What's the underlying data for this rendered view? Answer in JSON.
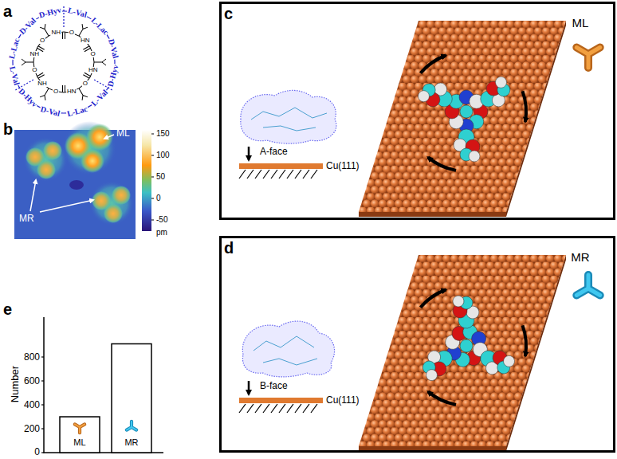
{
  "diagram": {
    "nodes": [
      {
        "text": [
          "c",
          "A-face",
          "Cu(111)",
          "ML"
        ]
      },
      {
        "text": [
          "d",
          "B-face",
          "Cu(111)",
          "MR"
        ]
      }
    ],
    "labels": [
      "a",
      "L-Val",
      "L-Lac",
      "D-Val",
      "D-Hyv",
      "L-Val",
      "L-Lac",
      "D-Val",
      "D-Hyv",
      "L-Val",
      "L-Lac",
      "D-Val",
      "D-Hyv",
      "O",
      "HN",
      "O",
      "HN",
      "O",
      "HN",
      "O",
      "NH",
      "O",
      "NH",
      "O",
      "NH",
      "b",
      "ML",
      "MR",
      "150",
      "100",
      "50",
      "0",
      "-50",
      "pm",
      "e",
      "Number",
      "800",
      "600",
      "400",
      "200",
      "0",
      "ML",
      "MR"
    ]
  }
}
